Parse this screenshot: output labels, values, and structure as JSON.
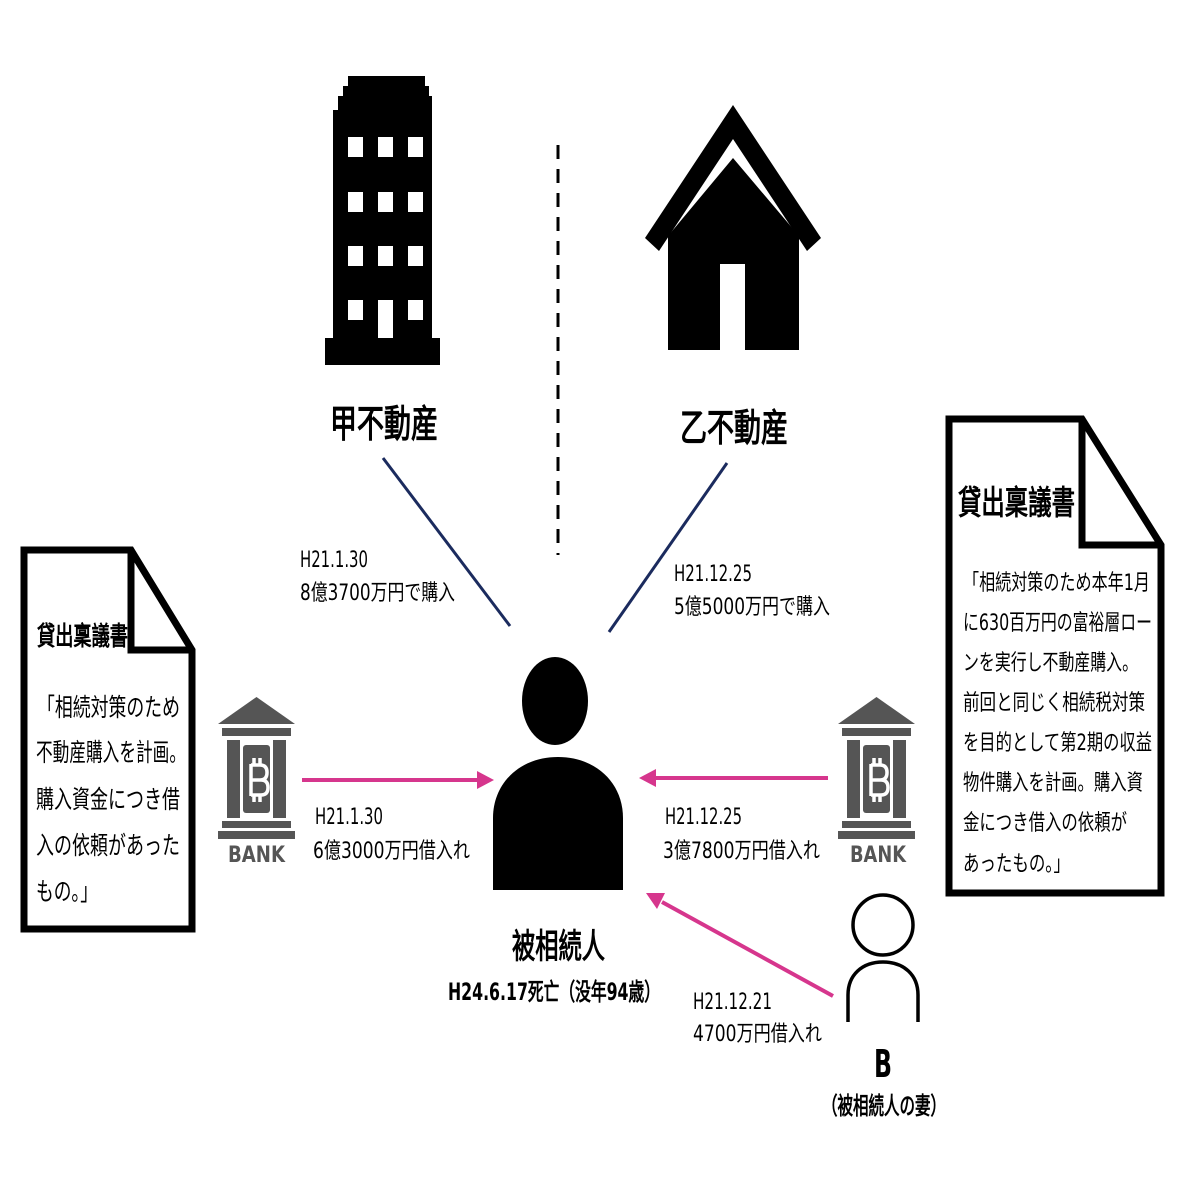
{
  "properties": [
    {
      "name": "甲不動産",
      "date": "H21.1.30",
      "transaction": "8億3700万円で購入"
    },
    {
      "name": "乙不動産",
      "date": "H21.12.25",
      "transaction": "5億5000万円で購入"
    }
  ],
  "decedent": {
    "label": "被相続人",
    "note": "H24.6.17死亡（没年94歳）"
  },
  "loans": [
    {
      "date": "H21.1.30",
      "amount": "6億3000万円借入れ"
    },
    {
      "date": "H21.12.25",
      "amount": "3億7800万円借入れ"
    },
    {
      "date": "H21.12.21",
      "amount": "4700万円借入れ"
    }
  ],
  "banks": [
    {
      "label": "BANK"
    },
    {
      "label": "BANK"
    }
  ],
  "spouse": {
    "label": "B",
    "relation": "（被相続人の妻）"
  },
  "memos": [
    {
      "title": "貸出稟議書",
      "lines": [
        "「相続対策のため",
        "不動産購入を計画。",
        "購入資金につき借",
        "入の依頼があった",
        "もの。」"
      ]
    },
    {
      "title": "貸出稟議書",
      "lines": [
        "「相続対策のため本年1月",
        "に630百万円の富裕層ロー",
        "ンを実行し不動産購入。",
        "前回と同じく相続税対策",
        "を目的として第2期の収益",
        "物件購入を計画。購入資",
        "金につき借入の依頼が",
        "あったもの。」"
      ]
    }
  ],
  "icons": {
    "property_kou": "office-building-icon",
    "property_otsu": "house-icon",
    "decedent": "person-icon",
    "bank": "bank-icon",
    "bank_symbol": "bitcoin-icon",
    "spouse": "person-outline-icon",
    "memo": "document-icon"
  },
  "colors": {
    "icon": "#000000",
    "divider": "#000000",
    "purchase_line": "#1b2b5e",
    "loan_arrow": "#d6368d",
    "bank": "#555555"
  }
}
